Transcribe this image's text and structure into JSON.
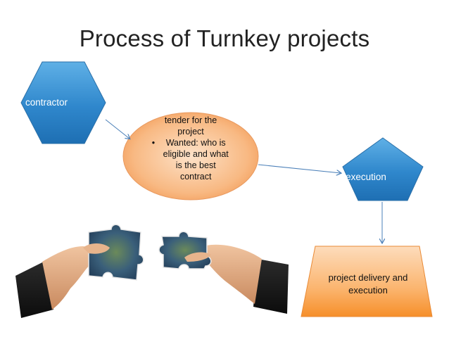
{
  "slide": {
    "title": "Process of Turnkey projects"
  },
  "nodes": {
    "contractor": {
      "label": "contractor",
      "color": "#3a8fd0"
    },
    "tender": {
      "line1": "tender for the",
      "line2": "project",
      "bullet": "•",
      "bullet_text": "Wanted: who is eligible and what is the best contract",
      "color": "#f7b27a"
    },
    "execution": {
      "label": "execution",
      "color": "#3a8fd0"
    },
    "delivery": {
      "label": "project delivery and execution",
      "color": "#f9a04a"
    }
  },
  "image": {
    "description": "hands-with-puzzle-pieces"
  }
}
